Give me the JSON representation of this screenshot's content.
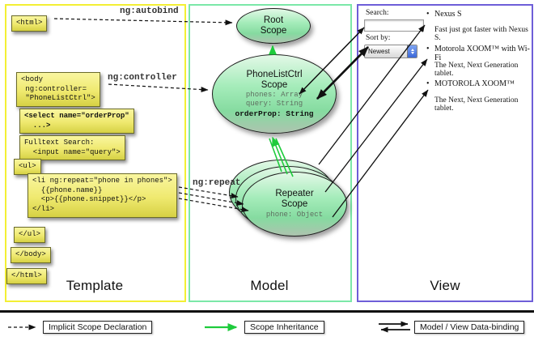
{
  "columns": {
    "template": "Template",
    "model": "Model",
    "view": "View"
  },
  "edge_labels": {
    "autobind": "ng:autobind",
    "controller": "ng:controller",
    "repeat": "ng:repeat"
  },
  "template": {
    "boxes": [
      {
        "name": "html-open",
        "text": "<html>"
      },
      {
        "name": "body-open",
        "text": "<body\n ng:controller=\n \"PhoneListCtrl\">"
      },
      {
        "name": "select",
        "text": "<select name=\"orderProp\"\n  ...>"
      },
      {
        "name": "fulltext",
        "text": "Fulltext Search:\n  <input name=\"query\">"
      },
      {
        "name": "ul-open",
        "text": "<ul>"
      },
      {
        "name": "li-repeat",
        "text": "<li ng:repeat=\"phone in phones\">\n  {{phone.name}}\n  <p>{{phone.snippet}}</p>\n</li>"
      },
      {
        "name": "ul-close",
        "text": "</ul>"
      },
      {
        "name": "body-close",
        "text": "</body>"
      },
      {
        "name": "html-close",
        "text": "</html>"
      }
    ]
  },
  "model": {
    "root_scope": {
      "title": "Root\nScope"
    },
    "phonelist_scope": {
      "title": "PhoneListCtrl\nScope",
      "prop1": "phones: Array",
      "prop2": "query: String",
      "prop3": "orderProp: String"
    },
    "repeater_scope": {
      "title": "Repeater\nScope",
      "prop1": "phone: Object"
    }
  },
  "view": {
    "search_label": "Search:",
    "search_value": "",
    "sort_label": "Sort by:",
    "sort_value": "Newest",
    "bullet": "•",
    "items": [
      {
        "title": "Nexus S",
        "desc": "Fast just got faster with Nexus S."
      },
      {
        "title": "Motorola XOOM™ with Wi-Fi",
        "desc": "The Next, Next Generation tablet."
      },
      {
        "title": "MOTOROLA XOOM™",
        "desc": "The Next, Next Generation tablet."
      }
    ]
  },
  "legend": {
    "items": [
      {
        "style": "dashed-black-arrow",
        "label": "Implicit Scope Declaration"
      },
      {
        "style": "green-arrow",
        "label": "Scope Inheritance"
      },
      {
        "style": "double-black-arrow",
        "label": "Model / View Data-binding"
      }
    ]
  },
  "colors": {
    "template_border": "#f3ef34",
    "model_border": "#7be8a8",
    "view_border": "#6e5ed8",
    "code_box_yellow": "#efe96f",
    "scope_green": "#85dba0",
    "inheritance_arrow_green": "#1ecb3c",
    "arrow_black": "#111111"
  }
}
